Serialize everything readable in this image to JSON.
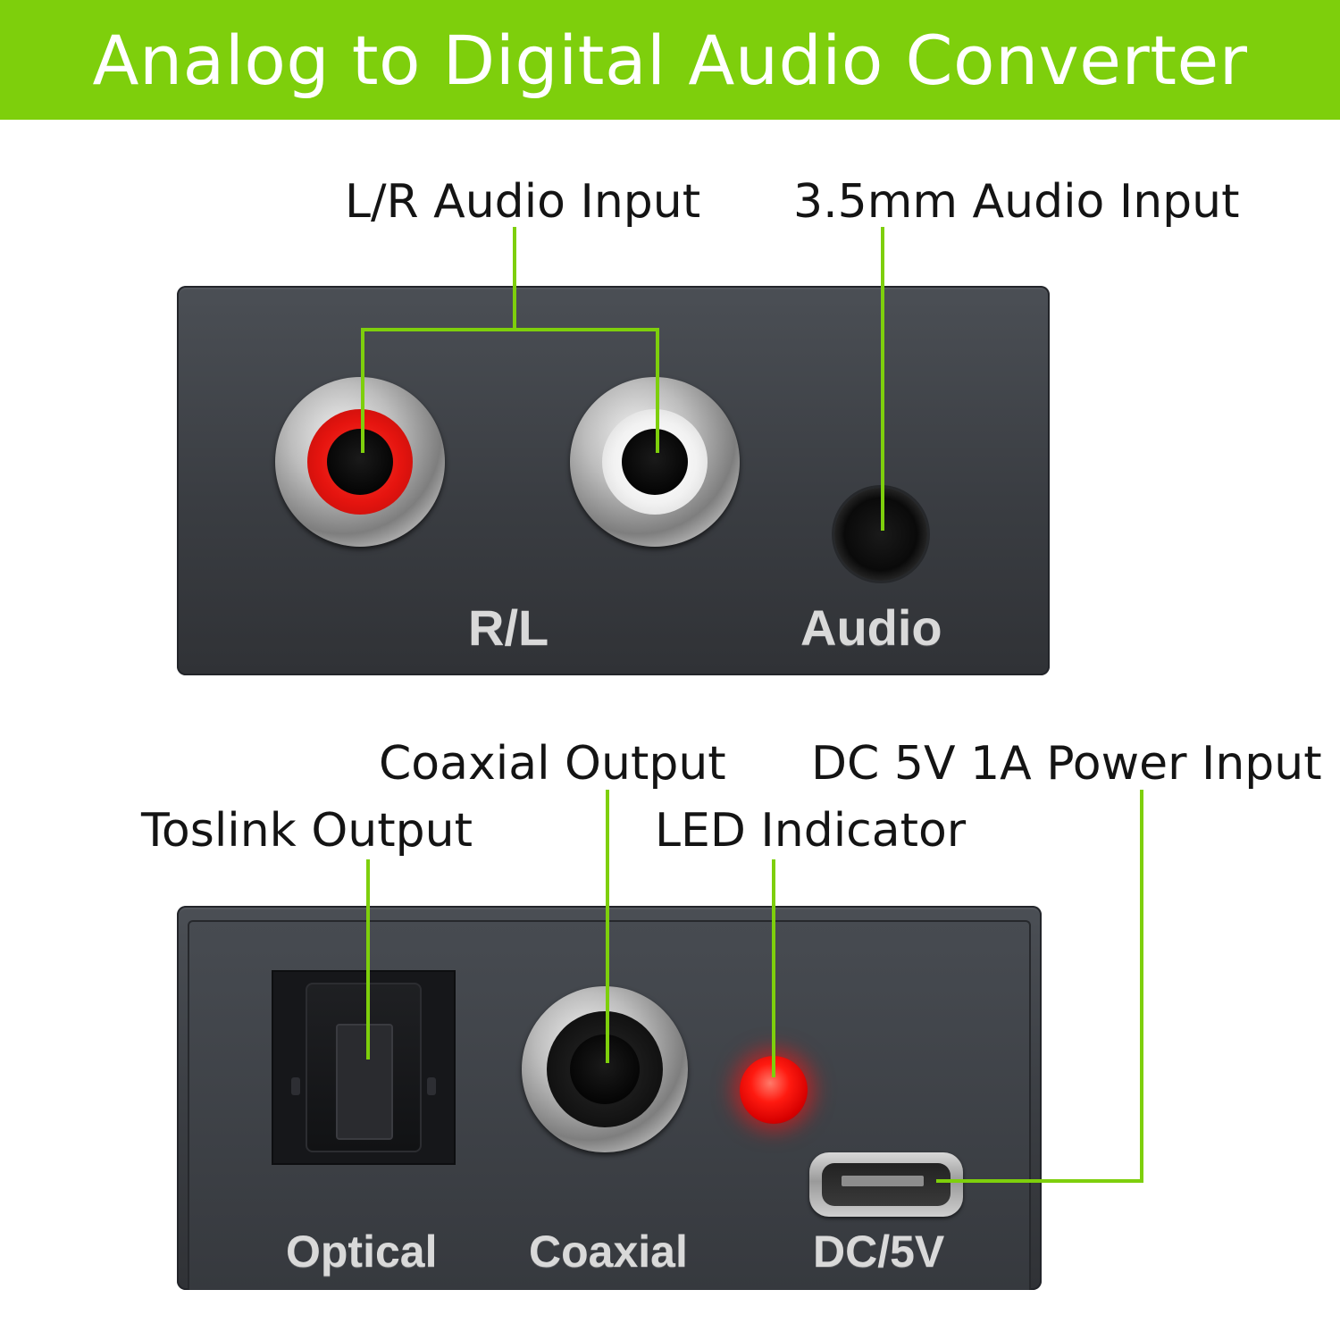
{
  "title": "Analog to Digital Audio Converter",
  "callouts": {
    "lr_audio_input": "L/R Audio Input",
    "mm35_audio_input": "3.5mm Audio Input",
    "coaxial_output": "Coaxial Output",
    "dc_power_input": "DC 5V 1A Power Input",
    "toslink_output": "Toslink Output",
    "led_indicator": "LED Indicator"
  },
  "port_labels": {
    "rl": "R/L",
    "audio": "Audio",
    "optical": "Optical",
    "coaxial": "Coaxial",
    "dc5v": "DC/5V"
  },
  "colors": {
    "accent": "#7ecf0c",
    "panel": "#3d4046",
    "rca_right": "#e5140f",
    "rca_left": "#f2f2f2",
    "led": "#ff1a10"
  }
}
